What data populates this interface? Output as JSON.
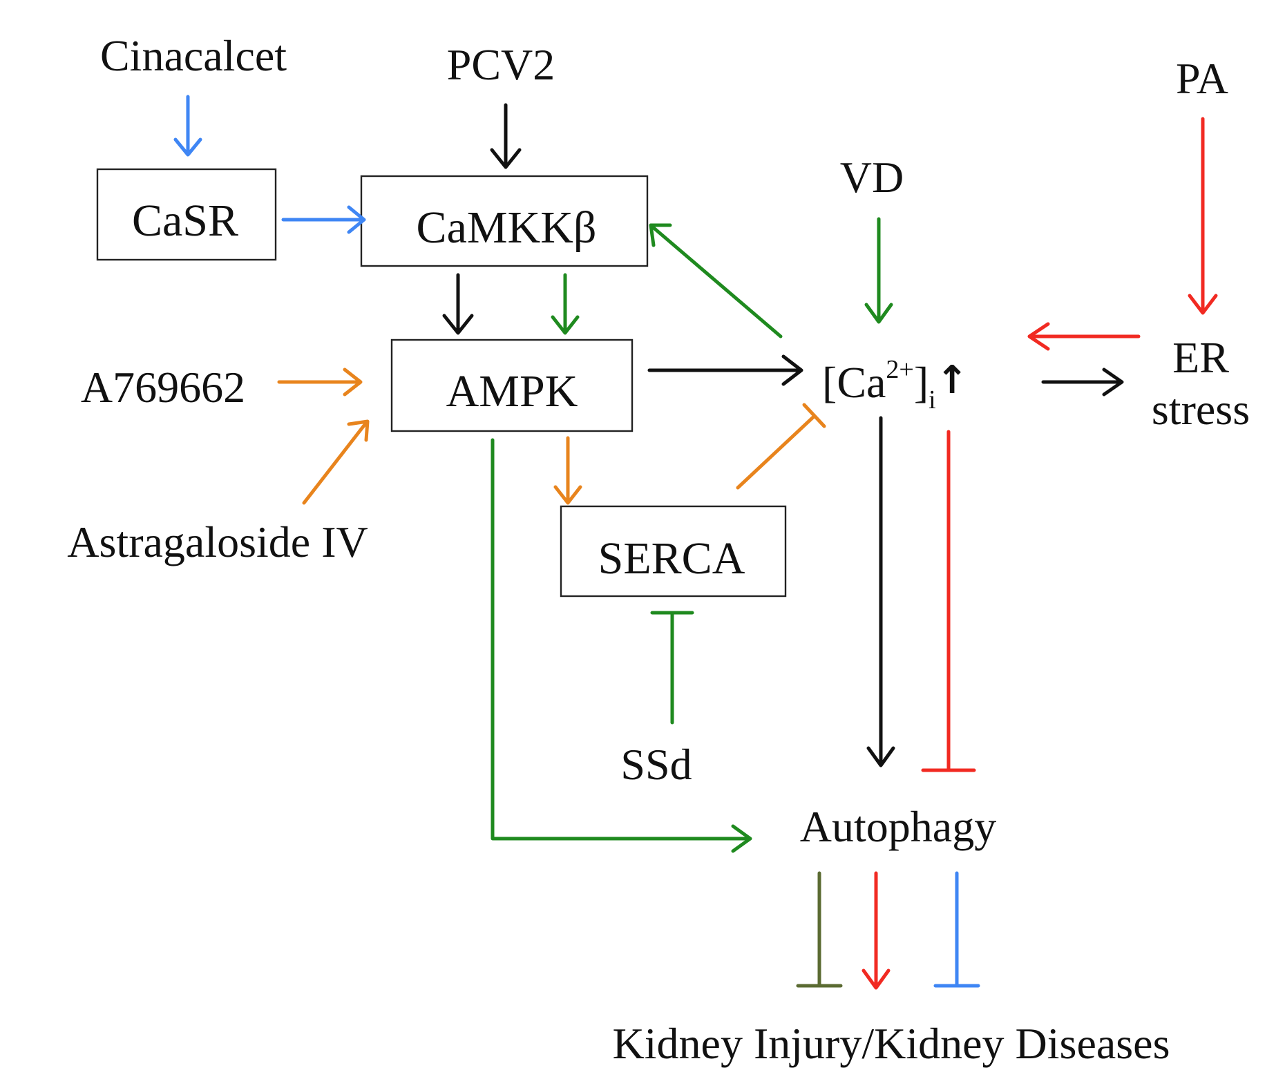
{
  "colors": {
    "black": "#111111",
    "blue": "#3f86f4",
    "green": "#1f8a1f",
    "orange": "#e8841d",
    "red": "#f12a22",
    "olive": "#5b6b32"
  },
  "nodes": {
    "cinacalcet": "Cinacalcet",
    "pcv2": "PCV2",
    "pa": "PA",
    "casr": "CaSR",
    "camkkb": "CaMKKβ",
    "vd": "VD",
    "a769662": "A769662",
    "ampk": "AMPK",
    "ca_base": "[Ca",
    "ca_sup": "2+",
    "ca_close": "]",
    "ca_sub": "i",
    "ca_up": "↑",
    "er_line1": "ER",
    "er_line2": "stress",
    "astragaloside": "Astragaloside IV",
    "serca": "SERCA",
    "ssd": "SSd",
    "autophagy": "Autophagy",
    "kidney": "Kidney Injury/Kidney Diseases"
  },
  "edges": [
    {
      "from": "Cinacalcet",
      "to": "CaSR",
      "type": "activation",
      "color": "blue"
    },
    {
      "from": "CaSR",
      "to": "CaMKKβ",
      "type": "activation",
      "color": "blue"
    },
    {
      "from": "PCV2",
      "to": "CaMKKβ",
      "type": "activation",
      "color": "black"
    },
    {
      "from": "CaMKKβ",
      "to": "AMPK",
      "type": "activation",
      "color": "black"
    },
    {
      "from": "CaMKKβ",
      "to": "AMPK",
      "type": "activation",
      "color": "green"
    },
    {
      "from": "[Ca2+]i",
      "to": "CaMKKβ",
      "type": "activation",
      "color": "green"
    },
    {
      "from": "VD",
      "to": "[Ca2+]i",
      "type": "activation",
      "color": "green"
    },
    {
      "from": "PA",
      "to": "ER stress",
      "type": "activation",
      "color": "red"
    },
    {
      "from": "ER stress",
      "to": "[Ca2+]i",
      "type": "activation",
      "color": "red"
    },
    {
      "from": "A769662",
      "to": "AMPK",
      "type": "activation",
      "color": "orange"
    },
    {
      "from": "Astragaloside IV",
      "to": "AMPK",
      "type": "activation",
      "color": "orange"
    },
    {
      "from": "AMPK",
      "to": "[Ca2+]i",
      "type": "activation",
      "color": "black"
    },
    {
      "from": "[Ca2+]i",
      "to": "ER stress",
      "type": "activation",
      "color": "black"
    },
    {
      "from": "AMPK",
      "to": "SERCA",
      "type": "activation",
      "color": "orange"
    },
    {
      "from": "SERCA",
      "to": "[Ca2+]i",
      "type": "inhibition",
      "color": "orange"
    },
    {
      "from": "SSd",
      "to": "SERCA",
      "type": "inhibition",
      "color": "green"
    },
    {
      "from": "AMPK",
      "to": "Autophagy",
      "type": "activation",
      "color": "green"
    },
    {
      "from": "[Ca2+]i",
      "to": "Autophagy",
      "type": "activation",
      "color": "black"
    },
    {
      "from": "[Ca2+]i",
      "to": "Autophagy",
      "type": "inhibition",
      "color": "red"
    },
    {
      "from": "Autophagy",
      "to": "Kidney Injury/Kidney Diseases",
      "type": "inhibition",
      "color": "olive"
    },
    {
      "from": "Autophagy",
      "to": "Kidney Injury/Kidney Diseases",
      "type": "activation",
      "color": "red"
    },
    {
      "from": "Autophagy",
      "to": "Kidney Injury/Kidney Diseases",
      "type": "inhibition",
      "color": "blue"
    }
  ]
}
